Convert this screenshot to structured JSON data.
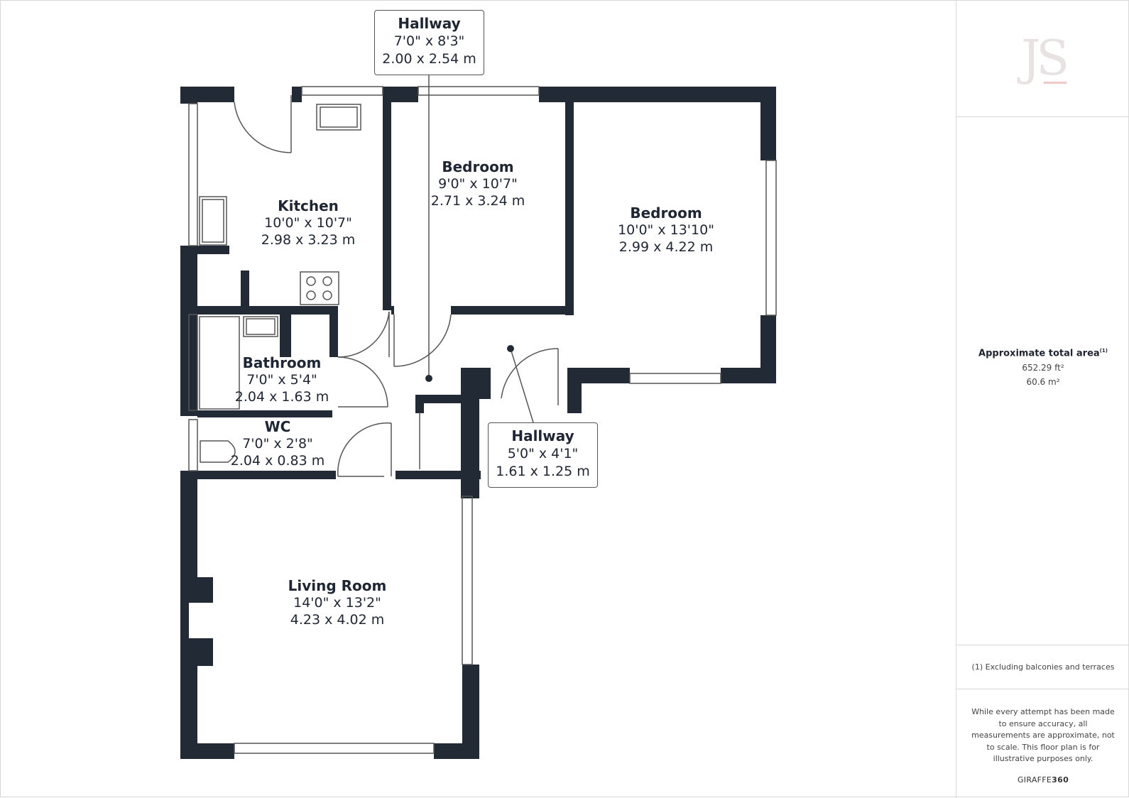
{
  "rooms": {
    "hallway_top": {
      "name": "Hallway",
      "dim_imperial": "7'0\" x 8'3\"",
      "dim_metric": "2.00 x 2.54 m"
    },
    "bedroom_1": {
      "name": "Bedroom",
      "dim_imperial": "9'0\" x 10'7\"",
      "dim_metric": "2.71 x 3.24 m"
    },
    "kitchen": {
      "name": "Kitchen",
      "dim_imperial": "10'0\" x 10'7\"",
      "dim_metric": "2.98 x 3.23 m"
    },
    "bedroom_2": {
      "name": "Bedroom",
      "dim_imperial": "10'0\" x 13'10\"",
      "dim_metric": "2.99 x 4.22 m"
    },
    "bathroom": {
      "name": "Bathroom",
      "dim_imperial": "7'0\" x 5'4\"",
      "dim_metric": "2.04 x 1.63 m"
    },
    "wc": {
      "name": "WC",
      "dim_imperial": "7'0\" x 2'8\"",
      "dim_metric": "2.04 x 0.83 m"
    },
    "hallway_bottom": {
      "name": "Hallway",
      "dim_imperial": "5'0\" x 4'1\"",
      "dim_metric": "1.61 x 1.25 m"
    },
    "living_room": {
      "name": "Living Room",
      "dim_imperial": "14'0\" x 13'2\"",
      "dim_metric": "4.23 x 4.02 m"
    }
  },
  "sidebar": {
    "logo_text": "JS",
    "area_title": "Approximate total area",
    "area_note_marker": "(1)",
    "area_ft": "652.29 ft²",
    "area_m": "60.6 m²",
    "footnote": "(1) Excluding balconies and terraces",
    "disclaimer": "While every attempt has been made to ensure accuracy, all measurements are approximate, not to scale. This floor plan is for illustrative purposes only.",
    "brand_prefix": "GIRAFFE",
    "brand_suffix": "360"
  },
  "colors": {
    "wall": "#222a36",
    "text": "#1f2633",
    "line": "#555555"
  }
}
